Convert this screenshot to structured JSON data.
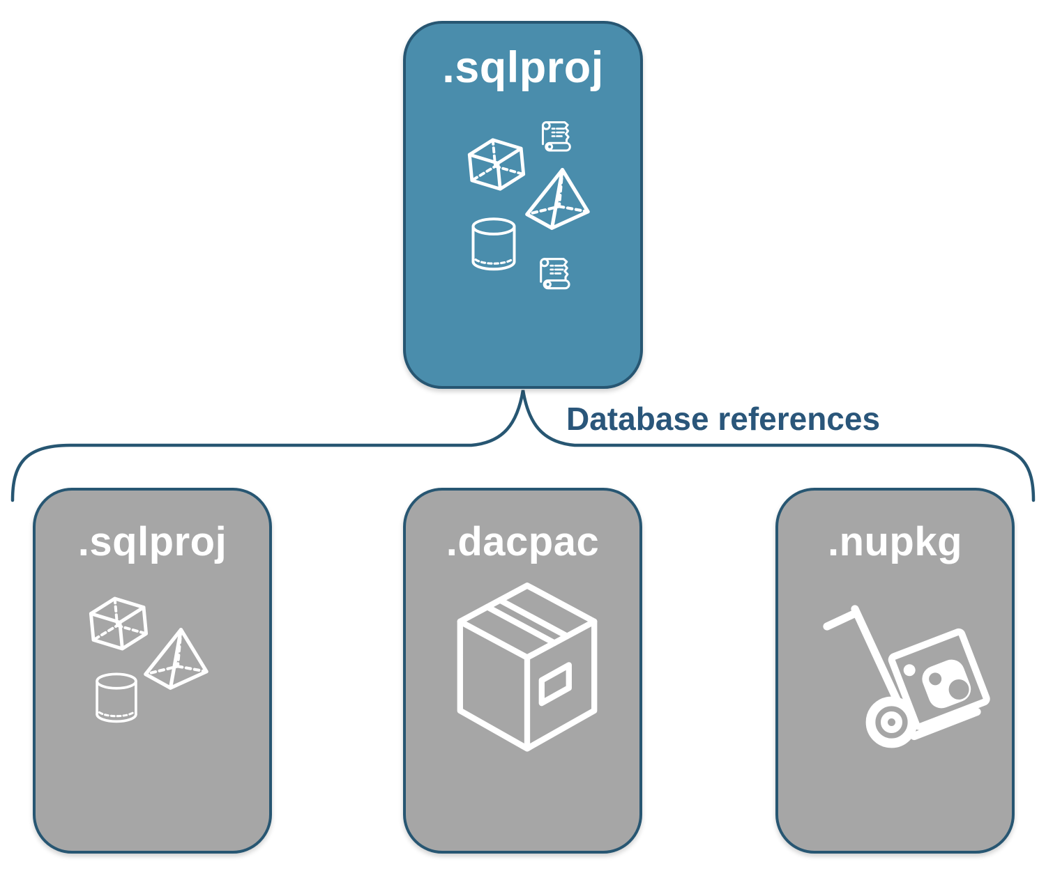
{
  "diagram": {
    "root": {
      "label": ".sqlproj"
    },
    "edge_label": "Database references",
    "children": [
      {
        "label": ".sqlproj"
      },
      {
        "label": ".dacpac"
      },
      {
        "label": ".nupkg"
      }
    ]
  },
  "icons": {
    "root_box": [
      "cube-icon",
      "scroll-icon",
      "pyramid-icon",
      "cylinder-icon",
      "scroll-icon"
    ],
    "sqlproj_child_box": [
      "cube-icon",
      "pyramid-icon",
      "cylinder-icon"
    ],
    "dacpac_child_box": [
      "package-box-icon"
    ],
    "nupkg_child_box": [
      "hand-truck-package-icon"
    ]
  },
  "colors": {
    "root-fill": "#4a8dac",
    "child-fill": "#a6a6a6",
    "stroke": "#275672",
    "edge-label": "#2a567a",
    "icon": "#ffffff"
  }
}
